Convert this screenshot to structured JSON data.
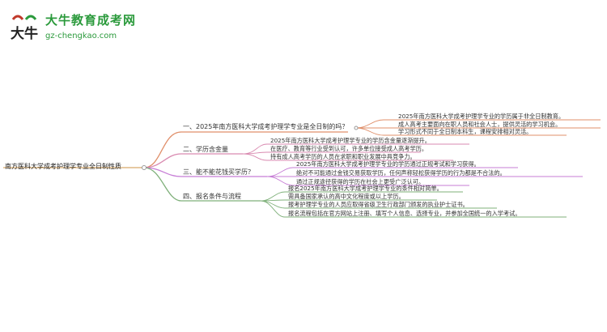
{
  "logo": {
    "title": "大牛教育成考网",
    "url": "gz-chengkao.com",
    "mark_text": "大牛"
  },
  "mindmap": {
    "root": "南方医科大学成考护理学专业全日制性质",
    "branches": [
      {
        "label": "一、2025年南方医科大学成考护理学专业是全日制的吗？",
        "color": "#e08f6a",
        "leaves": [
          "2025年南方医科大学成考护理学专业的学历属于非全日制教育。",
          "成人高考主要面向在职人员和社会人士，提供灵活的学习机会。",
          "学习形式不同于全日制本科生，课程安排相对灵活。"
        ]
      },
      {
        "label": "二、学历含金量",
        "color": "#d98ab0",
        "leaves": [
          "2025年南方医科大学成考护理学专业的学历含金量逐渐提升。",
          "在医疗、教育等行业受到认可，许多单位接受成人高考学历。",
          "持有成人高考学历的人员在求职和职业发展中具竞争力。"
        ]
      },
      {
        "label": "三、能不能花钱买学历？",
        "color": "#c77ed6",
        "leaves": [
          "2025年南方医科大学成考护理学专业的学历通过正规考试和学习获得。",
          "绝对不可能通过金钱交易获取学历，任何声称轻松获得学历的行为都是不合法的。",
          "通过正规途径获得的学历在社会上更受广泛认可。"
        ]
      },
      {
        "label": "四、报名条件与流程",
        "color": "#7fb07a",
        "leaves": [
          "报名2025年南方医科大学成考护理学专业的条件相对简单。",
          "需具备国家承认的高中文化程度或以上学历。",
          "报考护理学专业的人员应取得省级卫生行政部门颁发的执业护士证书。",
          "报名流程包括在官方网站上注册、填写个人信息、选择专业，并参加全国统一的入学考试。"
        ]
      }
    ]
  }
}
